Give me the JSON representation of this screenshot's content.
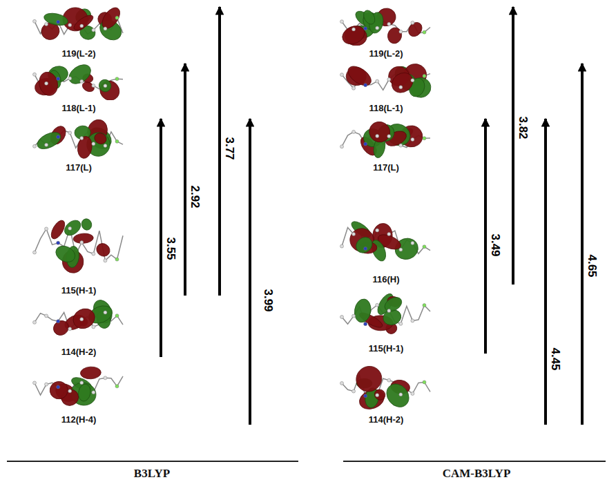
{
  "diagram": {
    "nodes": [
      {
        "text": [
          "119(L-2)"
        ]
      },
      {
        "text": [
          "118(L-1)"
        ]
      },
      {
        "text": [
          "117(L)"
        ]
      },
      {
        "text": [
          "115(H-1)"
        ]
      },
      {
        "text": [
          "114(H-2)"
        ]
      },
      {
        "text": [
          "112(H-4)"
        ]
      },
      {
        "text": [
          "119(L-2)"
        ]
      },
      {
        "text": [
          "118(L-1)"
        ]
      },
      {
        "text": [
          "117(L)"
        ]
      },
      {
        "text": [
          "116(H)"
        ]
      },
      {
        "text": [
          "115(H-1)"
        ]
      },
      {
        "text": [
          "114(H-2)"
        ]
      }
    ],
    "edges": [
      {
        "from": 4,
        "to": 2,
        "arrow": "to",
        "label": "3.55"
      },
      {
        "from": 3,
        "to": 1,
        "arrow": "to",
        "label": "2.92"
      },
      {
        "from": 3,
        "to": 0,
        "arrow": "to",
        "label": "3.77"
      },
      {
        "from": 5,
        "to": 2,
        "arrow": "to",
        "label": "3.99"
      },
      {
        "from": 9,
        "to": 6,
        "arrow": "to",
        "label": "3.82"
      },
      {
        "from": 10,
        "to": 8,
        "arrow": "to",
        "label": "3.49"
      },
      {
        "from": 11,
        "to": 8,
        "arrow": "to",
        "label": "4.45"
      },
      {
        "from": 11,
        "to": 7,
        "arrow": "to",
        "label": "4.65"
      }
    ],
    "labels": [
      "B3LYP",
      "CAM-B3LYP"
    ]
  }
}
